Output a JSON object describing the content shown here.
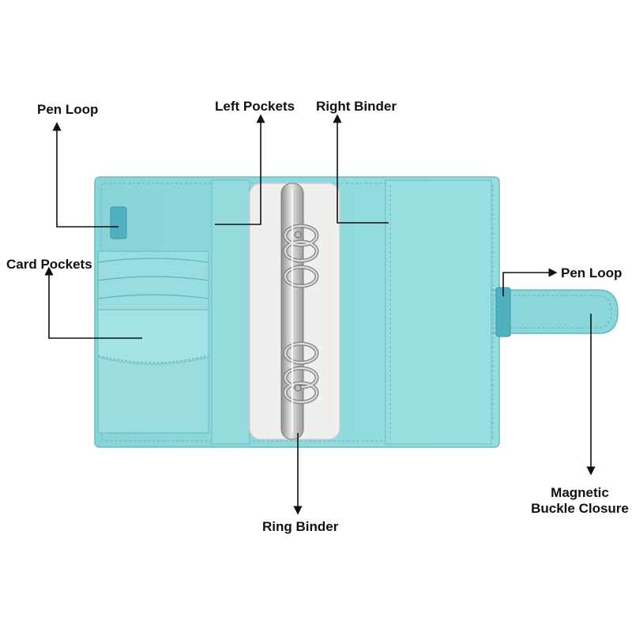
{
  "labels": {
    "pen_loop_left": "Pen Loop",
    "left_pockets": "Left Pockets",
    "right_binder": "Right Binder",
    "card_pockets": "Card Pockets",
    "pen_loop_right": "Pen Loop",
    "magnetic_line1": "Magnetic",
    "magnetic_line2": "Buckle Closure",
    "ring_binder": "Ring Binder"
  },
  "colors": {
    "cover": "#8fd9dd",
    "cover_dark": "#74c6cb",
    "pocket": "#9fe0e3",
    "stitch": "#5fb4b9",
    "paper": "#eeeeee",
    "metal": "#c4c4c4",
    "ink": "#111111"
  }
}
